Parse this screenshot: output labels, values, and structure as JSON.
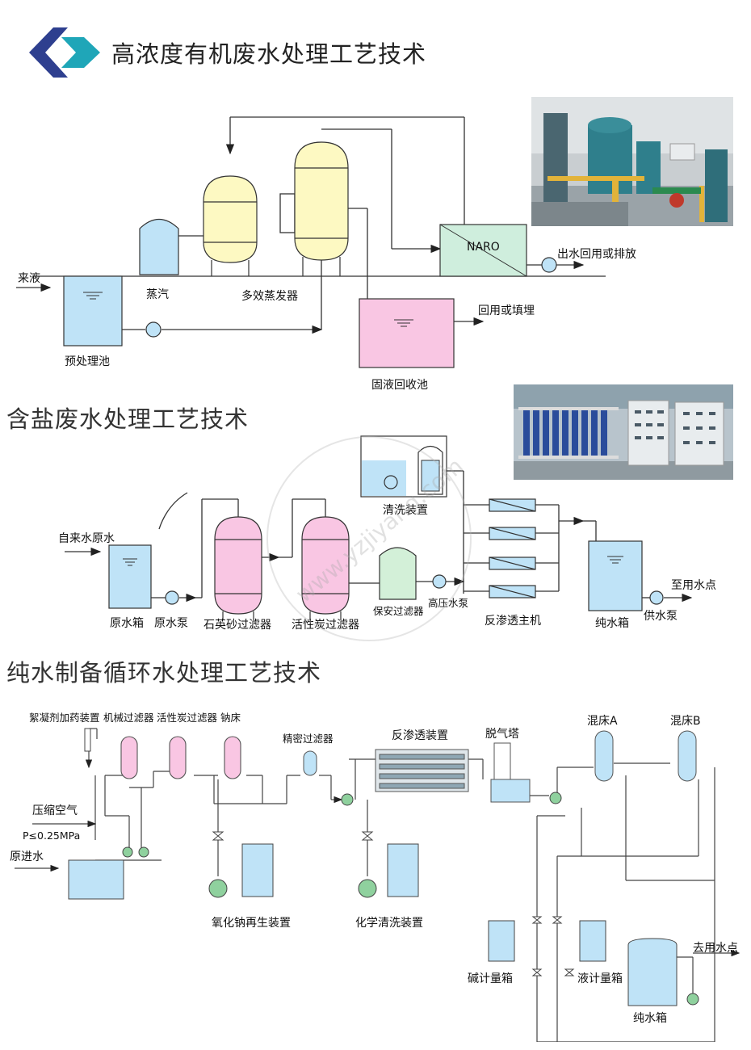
{
  "section1": {
    "title": "高浓度有机废水处理工艺技术",
    "labels": {
      "inflow": "来液",
      "steam": "蒸汽",
      "evaporator": "多效蒸发器",
      "naro": "NARO",
      "outlet": "出水回用或排放",
      "pretreat": "预处理池",
      "reuse_fill": "回用或填埋",
      "solid_liquid": "固液回收池"
    }
  },
  "section2": {
    "title": "含盐废水处理工艺技术",
    "labels": {
      "tap_raw": "自来水原水",
      "raw_tank": "原水箱",
      "raw_pump": "原水泵",
      "quartz": "石英砂过滤器",
      "carbon": "活性炭过滤器",
      "security_filter": "保安过滤器",
      "hp_pump": "高压水泵",
      "cleaning": "清洗装置",
      "ro_main": "反渗透主机",
      "pure_tank": "纯水箱",
      "supply_pump": "供水泵",
      "to_use": "至用水点"
    }
  },
  "section3": {
    "title": "纯水制备循环水处理工艺技术",
    "labels": {
      "coag": "絮凝剂加药装置",
      "mech": "机械过滤器",
      "carbon": "活性炭过滤器",
      "sodium": "钠床",
      "precision": "精密过滤器",
      "ro": "反渗透装置",
      "degas": "脱气塔",
      "mixA": "混床A",
      "mixB": "混床B",
      "air": "压缩空气",
      "pressure": "P≤0.25MPa",
      "raw_in": "原进水",
      "naoh_regen": "氧化钠再生装置",
      "chem_clean": "化学清洗装置",
      "alkali": "碱计量箱",
      "liquid": "液计量箱",
      "to_use": "去用水点",
      "pure_tank": "纯水箱"
    }
  },
  "watermark": "www.yzjiyang.com"
}
